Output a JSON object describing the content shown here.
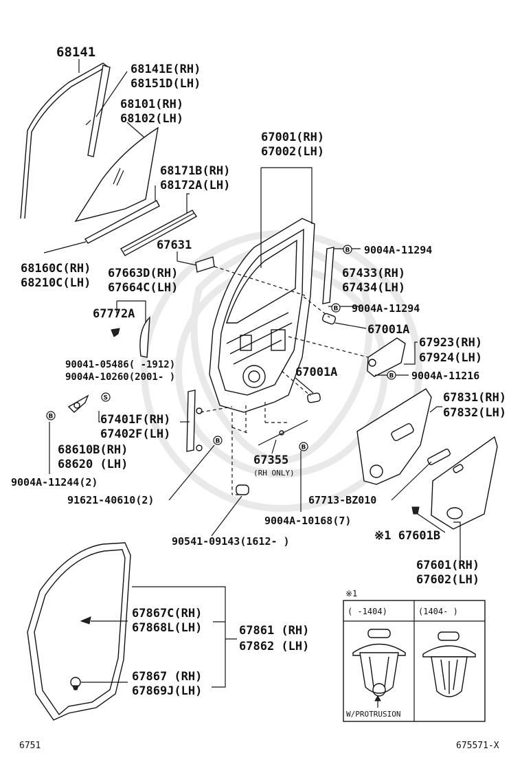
{
  "diagram_code": "6751",
  "figure_ref": "675571-X",
  "inset": {
    "note_mark": "※1",
    "col_left": "(   -1404)",
    "col_right": "(1404-   )",
    "caption": "W/PROTRUSION"
  },
  "labels": {
    "p68141": "68141",
    "p68141e": "68141E(RH)",
    "p68151d": "68151D(LH)",
    "p68101": "68101(RH)",
    "p68102": "68102(LH)",
    "p68171b": "68171B(RH)",
    "p68172a": "68172A(LH)",
    "p68160c": "68160C(RH)",
    "p68210c": "68210C(LH)",
    "p67631": "67631",
    "p67663d": "67663D(RH)",
    "p67664c": "67664C(LH)",
    "p67772a": "67772A",
    "p90041": "90041-05486(   -1912)",
    "p9004a10260": "9004A-10260(2001-   )",
    "p67001": "67001(RH)",
    "p67002": "67002(LH)",
    "p9004a11294a": "9004A-11294",
    "p67433": "67433(RH)",
    "p67434": "67434(LH)",
    "p9004a11294b": "9004A-11294",
    "p67001a_1": "67001A",
    "p67923": "67923(RH)",
    "p67924": "67924(LH)",
    "p9004a11216": "9004A-11216",
    "p67001a_2": "67001A",
    "p67831": "67831(RH)",
    "p67832": "67832(LH)",
    "p67401f": "67401F(RH)",
    "p67402f": "67402F(LH)",
    "p68610b": "68610B(RH)",
    "p68620": "68620 (LH)",
    "p9004a11244": "9004A-11244(2)",
    "p91621": "91621-40610(2)",
    "p67355": "67355",
    "p67355note": "(RH ONLY)",
    "p67713": "67713-BZ010",
    "p9004a10168": "9004A-10168(7)",
    "p90541": "90541-09143(1612-   )",
    "p67601b": "※1 67601B",
    "p67601": "67601(RH)",
    "p67602": "67602(LH)",
    "p67867c": "67867C(RH)",
    "p67868l": "67868L(LH)",
    "p67861": "67861 (RH)",
    "p67862": "67862 (LH)",
    "p67867": "67867  (RH)",
    "p67869j": "67869J(LH)"
  },
  "badges": {
    "b": "B",
    "s": "S"
  }
}
